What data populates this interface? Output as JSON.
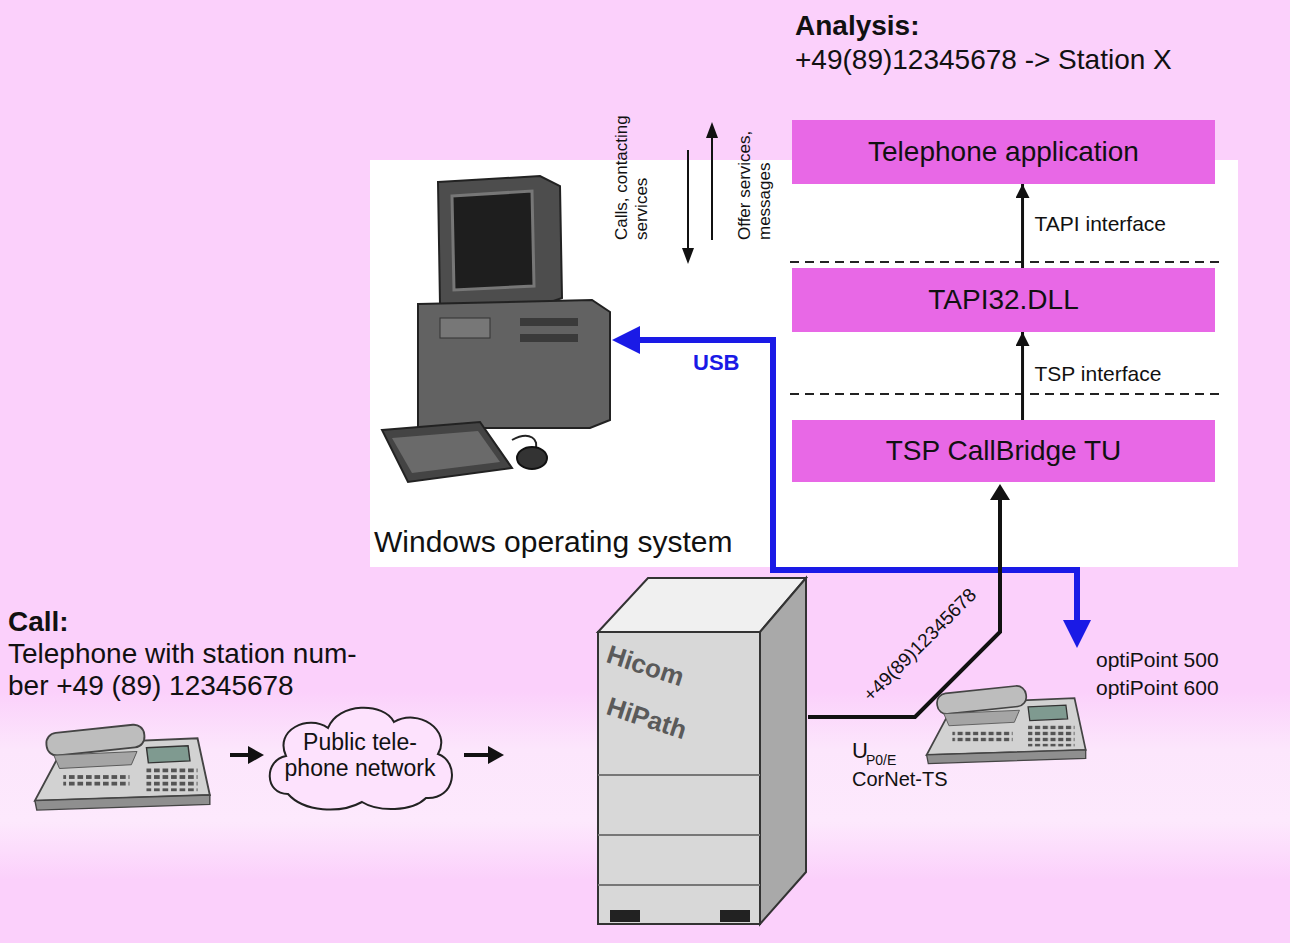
{
  "diagram": {
    "nodes": [
      {
        "text": [
          "Windows operating system"
        ]
      },
      {
        "text": [
          "Telephone application"
        ],
        "in": 0
      },
      {
        "text": [
          "TAPI32.DLL"
        ],
        "in": 0
      },
      {
        "text": [
          "TSP CallBridge TU"
        ],
        "in": 0
      },
      {
        "text": [
          "Public tele- phone network"
        ]
      }
    ],
    "edges": [
      {
        "from": 3,
        "to": 2,
        "arrow": "to",
        "label": "TSP interface"
      },
      {
        "from": 2,
        "to": 1,
        "arrow": "to",
        "label": "TAPI interface"
      }
    ],
    "labels": [
      "Analysis:",
      "+49(89)12345678 -> Station X",
      "Call:",
      "Telephone with station num- ber +49 (89) 12345678",
      "Calls, contacting services",
      "Offer services, messages",
      "USB",
      "Hicom",
      "HiPath",
      "+49(89)12345678",
      "U",
      "P0/E",
      "CorNet-TS",
      "optiPoint 500",
      "optiPoint 600"
    ]
  }
}
